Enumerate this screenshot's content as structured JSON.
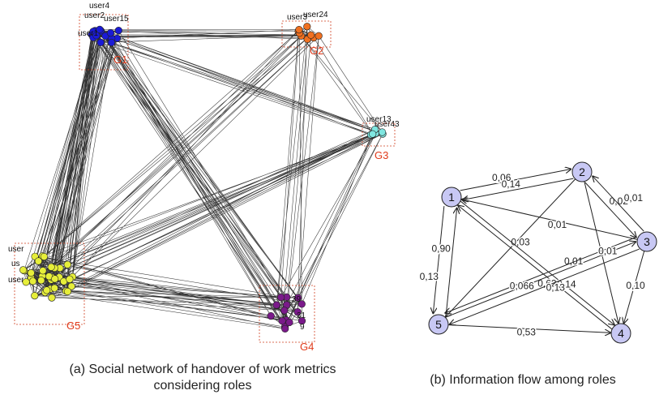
{
  "network": {
    "groups": [
      {
        "id": "G1",
        "color": "#1a1ad6",
        "users": [
          "user4",
          "user2",
          "user15",
          "user1"
        ]
      },
      {
        "id": "G2",
        "color": "#f07020",
        "users": [
          "user3",
          "user24"
        ]
      },
      {
        "id": "G3",
        "color": "#7fe6e0",
        "users": [
          "user13",
          "user43"
        ]
      },
      {
        "id": "G4",
        "color": "#7a1a8a",
        "users": [
          "39",
          "31",
          "9"
        ]
      },
      {
        "id": "G5",
        "color": "#e6ee3a",
        "users": [
          "user",
          "us",
          "user"
        ]
      }
    ],
    "group_label_color": "#e03a1a"
  },
  "flow": {
    "nodes": [
      {
        "id": "1",
        "label": "1"
      },
      {
        "id": "2",
        "label": "2"
      },
      {
        "id": "3",
        "label": "3"
      },
      {
        "id": "4",
        "label": "4"
      },
      {
        "id": "5",
        "label": "5"
      }
    ],
    "edges": [
      {
        "from": "1",
        "to": "2",
        "label": "0,06"
      },
      {
        "from": "2",
        "to": "1",
        "label": "0,14"
      },
      {
        "from": "2",
        "to": "3",
        "label": "0,02"
      },
      {
        "from": "3",
        "to": "2",
        "label": "0,01"
      },
      {
        "from": "3",
        "to": "1",
        "label": "0,01"
      },
      {
        "from": "2",
        "to": "5",
        "label": "0,03"
      },
      {
        "from": "1",
        "to": "5",
        "label": "0,90"
      },
      {
        "from": "5",
        "to": "1",
        "label": "0,13"
      },
      {
        "from": "1",
        "to": "4",
        "label": "0,14"
      },
      {
        "from": "4",
        "to": "1",
        "label": "0,62"
      },
      {
        "from": "5",
        "to": "3",
        "label": "0,01"
      },
      {
        "from": "3",
        "to": "5",
        "label": "0,13"
      },
      {
        "from": "3",
        "to": "5",
        "label": "0,066"
      },
      {
        "from": "3",
        "to": "4",
        "label": "0,10"
      },
      {
        "from": "2",
        "to": "4",
        "label": "0,01"
      },
      {
        "from": "5",
        "to": "4",
        "label": "0,53"
      }
    ],
    "node_fill": "#c8c8f4"
  },
  "captions": {
    "a": "(a) Social network of handover of work metrics considering roles",
    "b": "(b) Information flow among roles"
  }
}
